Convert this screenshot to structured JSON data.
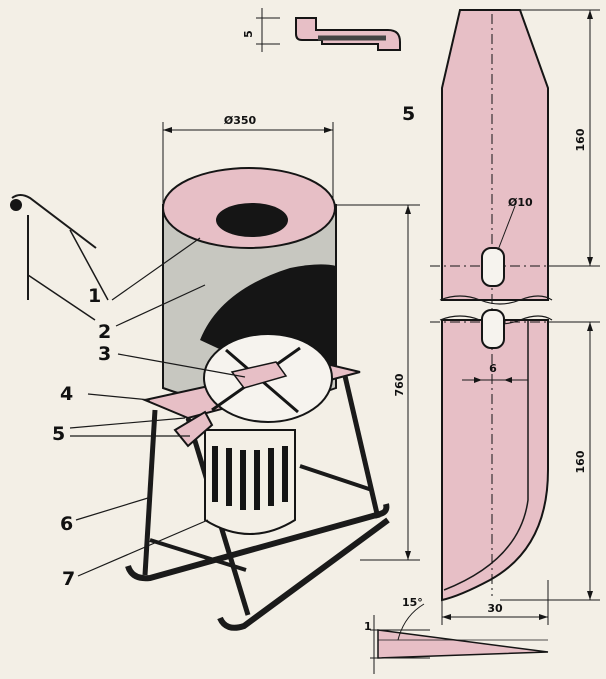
{
  "colors": {
    "paper": "#f3efe6",
    "pink": "#e7bfc6",
    "gray": "#c7c7c0",
    "ink": "#151515"
  },
  "callouts": {
    "c1": "1",
    "c2": "2",
    "c3": "3",
    "c4": "4",
    "c5": "5",
    "c6": "6",
    "c7": "7"
  },
  "figure_number": "5",
  "dimensions": {
    "diameter": "Ø350",
    "height": "760",
    "profile_thickness": "5",
    "blade_upper_length": "160",
    "hole_diameter": "Ø10",
    "hole_spacing": "6",
    "blade_lower_length": "160",
    "blade_width": "30",
    "edge_angle": "15°",
    "edge_thickness": "1"
  }
}
